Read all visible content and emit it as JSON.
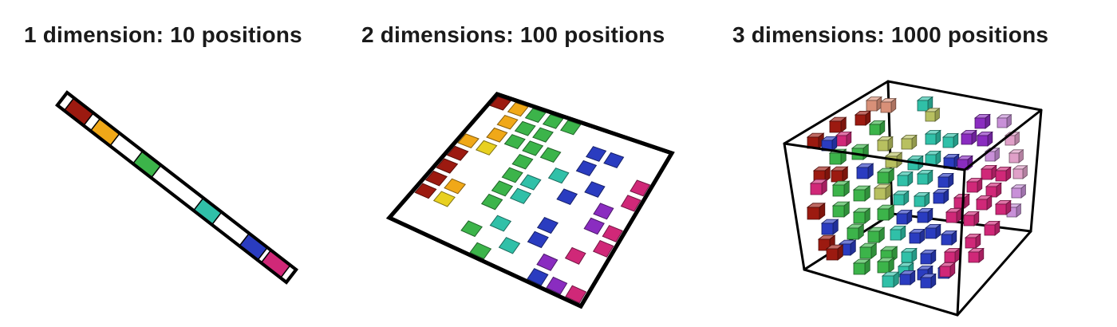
{
  "panels": [
    {
      "title": "1 dimension: 10 positions"
    },
    {
      "title": "2 dimensions: 100 positions"
    },
    {
      "title": "3 dimensions: 1000 positions"
    }
  ],
  "colors": {
    "red": "#9c1a10",
    "orange": "#f0a818",
    "yellow": "#e8d020",
    "green": "#3cb44a",
    "teal": "#30c0a8",
    "blue": "#2a3cc0",
    "purple": "#8a2cc0",
    "magenta": "#d02878",
    "line": "#000000"
  }
}
